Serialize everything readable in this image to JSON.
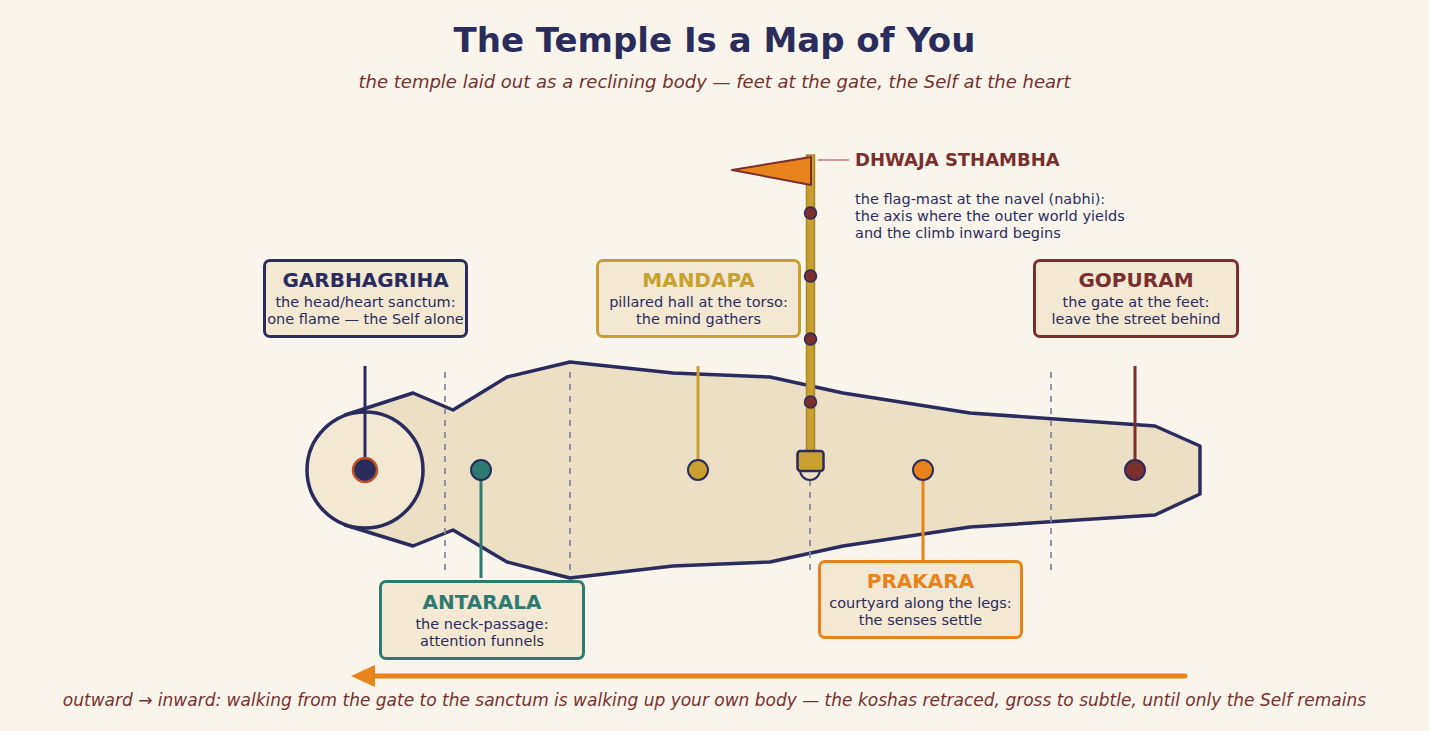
{
  "diagram": {
    "title": "The Temple Is a Map of You",
    "caption": "outward → inward: walking from the gate to the sanctum is walking up your own body — the koshas retraced, gross to subtle, until only the Self remains",
    "nodes": [
      {
        "text": [
          "GARBHAGRIHA",
          "the head/heart sanctum: one flame — the Self alone"
        ]
      },
      {
        "text": [
          "MANDAPA",
          "pillared hall at the torso: the mind gathers"
        ]
      },
      {
        "text": [
          "GOPURAM",
          "the gate at the feet: leave the street behind"
        ]
      },
      {
        "text": [
          "ANTARALA",
          "the neck-passage: attention funnels"
        ]
      },
      {
        "text": [
          "PRAKARA",
          "courtyard along the legs: the senses settle"
        ]
      }
    ],
    "labels": [
      "the temple laid out as a reclining body — feet at the gate, the Self at the heart",
      "DHWAJA STHAMBHA",
      "the flag-mast at the navel (nabhi): the axis where the outer world yields and the climb inward begins"
    ]
  }
}
